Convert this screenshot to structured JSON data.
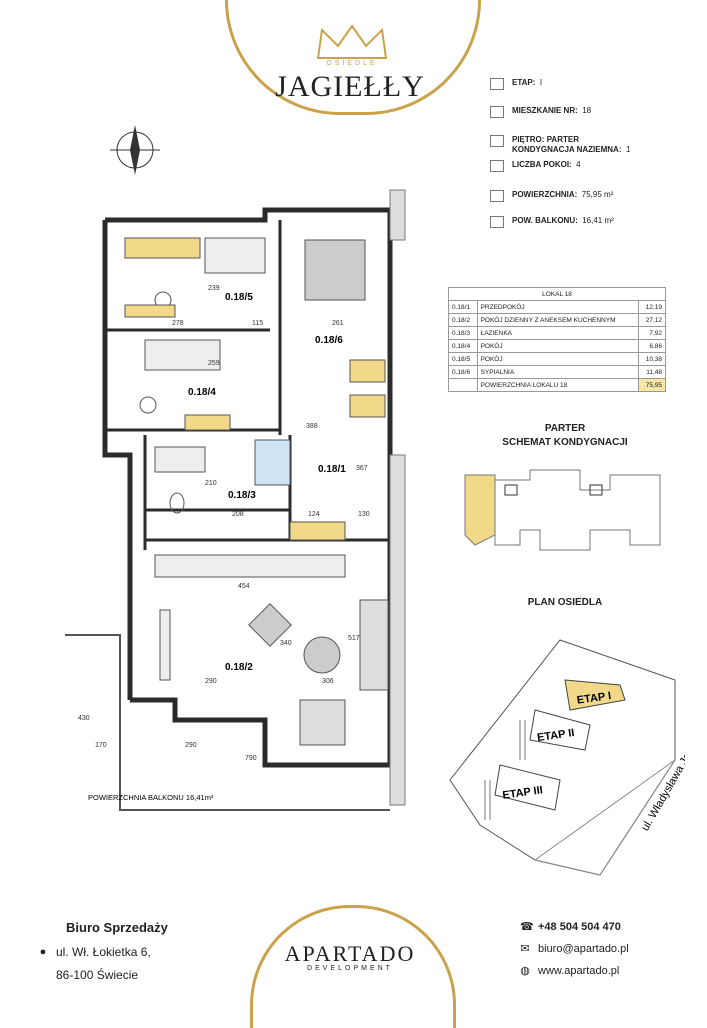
{
  "header": {
    "brand": "JAGIEŁŁY",
    "brand_sub": "OSIEDLE"
  },
  "info": {
    "etap_label": "ETAP:",
    "etap_value": "I",
    "mieszkanie_label": "MIESZKANIE NR:",
    "mieszkanie_value": "18",
    "pietro_label": "PIĘTRO:",
    "pietro_value": "PARTER",
    "kondygnacja_label": "KONDYGNACJA NAZIEMNA:",
    "kondygnacja_value": "1",
    "pokoje_label": "LICZBA POKOI:",
    "pokoje_value": "4",
    "powierzchnia_label": "POWIERZCHNIA:",
    "powierzchnia_value": "75,95 m²",
    "balkon_label": "POW. BALKONU:",
    "balkon_value": "16,41 m²"
  },
  "table": {
    "title": "LOKAL 18",
    "rows": [
      {
        "id": "0.18/1",
        "name": "PRZEDPOKÓJ",
        "area": "12,19"
      },
      {
        "id": "0.18/2",
        "name": "POKÓJ DZIENNY Z ANEKSEM KUCHENNYM",
        "area": "27,12"
      },
      {
        "id": "0.18/3",
        "name": "ŁAZIENKA",
        "area": "7,92"
      },
      {
        "id": "0.18/4",
        "name": "POKÓJ",
        "area": "6,86"
      },
      {
        "id": "0.18/5",
        "name": "POKÓJ",
        "area": "10,38"
      },
      {
        "id": "0.18/6",
        "name": "SYPIALNIA",
        "area": "11,48"
      }
    ],
    "total_label": "POWIERZCHNIA LOKALU 18",
    "total_value": "75,95"
  },
  "schema": {
    "title_1": "PARTER",
    "title_2": "SCHEMAT KONDYGNACJI"
  },
  "site_plan": {
    "title": "PLAN OSIEDLA",
    "etap1": "ETAP I",
    "etap2": "ETAP II",
    "etap3": "ETAP III",
    "street": "ul. Władysława Jagiełły"
  },
  "floor_plan": {
    "rooms": [
      "0.18/5",
      "0.18/6",
      "0.18/4",
      "0.18/1",
      "0.18/3",
      "0.18/2"
    ],
    "balcony_label": "POWIERZCHNIA BALKONU 16,41m²",
    "dims": [
      "278",
      "115",
      "261",
      "388",
      "208",
      "124",
      "130",
      "454",
      "290",
      "306",
      "170",
      "290",
      "790",
      "239",
      "259",
      "517",
      "340",
      "367",
      "210",
      "430"
    ]
  },
  "footer": {
    "office_title": "Biuro Sprzedaży",
    "address_1": "ul. Wł. Łokietka 6,",
    "address_2": "86-100 Świecie",
    "phone": "+48 504 504 470",
    "email": "biuro@apartado.pl",
    "web": "www.apartado.pl",
    "company": "APARTADO",
    "company_sub": "DEVELOPMENT"
  },
  "colors": {
    "gold": "#c9a24a",
    "furniture_yellow": "#f2d98a",
    "highlight": "#f6e7a8",
    "wall": "#2b2b2b"
  }
}
